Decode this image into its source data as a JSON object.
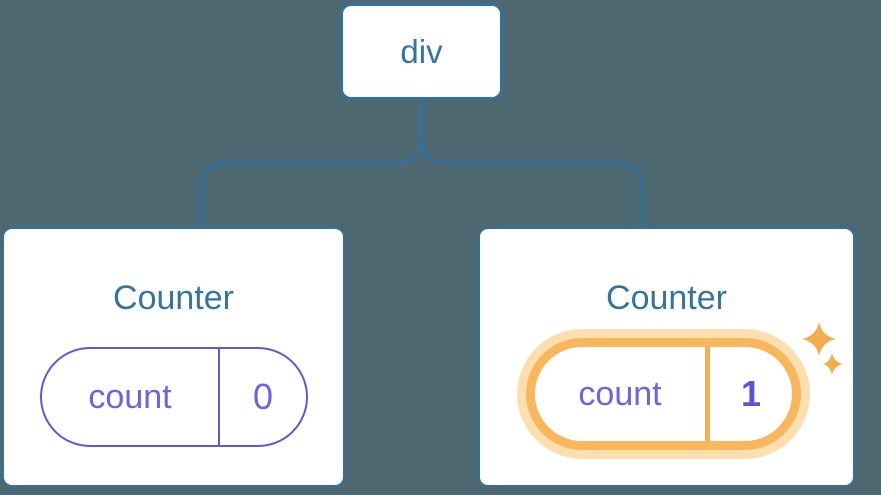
{
  "diagram": {
    "root_node": {
      "label": "div"
    },
    "children": [
      {
        "title": "Counter",
        "state_name": "count",
        "state_value": "0",
        "highlighted": false
      },
      {
        "title": "Counter",
        "state_name": "count",
        "state_value": "1",
        "highlighted": true
      }
    ],
    "icons": {
      "sparkles": "sparkles-icon"
    },
    "colors": {
      "background": "#4d6870",
      "line_blue": "#32719e",
      "text_blue": "#35749e",
      "purple": "#6b65e2",
      "purple_border": "#5f58dc",
      "value_bold_purple": "#5a54d6",
      "highlight_orange": "#f8b75d",
      "highlight_orange_light": "#fcdfae",
      "sparkle_orange": "#f2ad4f",
      "card_background": "#ffffff"
    }
  }
}
